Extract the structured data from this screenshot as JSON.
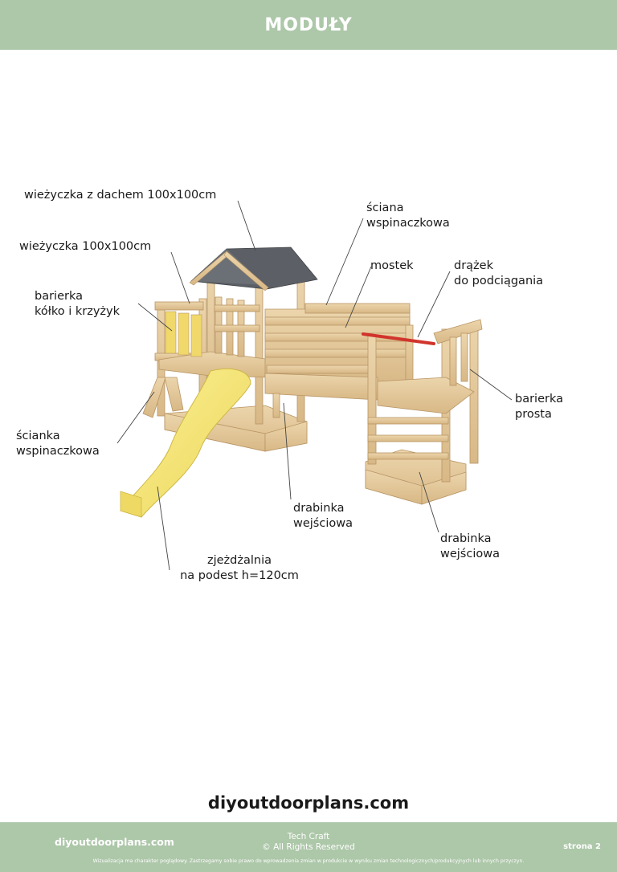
{
  "header": {
    "title": "MODUŁY"
  },
  "labels": {
    "tower_with_roof": "wieżyczka z dachem 100x100cm",
    "tower": "wieżyczka 100x100cm",
    "tictactoe_line1": "barierka",
    "tictactoe_line2": "kółko i krzyżyk",
    "climbing_wall_line1": "ściana",
    "climbing_wall_line2": "wspinaczkowa",
    "bridge": "mostek",
    "pullup_line1": "drążek",
    "pullup_line2": "do podciągania",
    "straight_barrier_line1": "barierka",
    "straight_barrier_line2": "prosta",
    "small_wall_line1": "ścianka",
    "small_wall_line2": "wspinaczkowa",
    "ladder1_line1": "drabinka",
    "ladder1_line2": "wejściowa",
    "ladder2_line1": "drabinka",
    "ladder2_line2": "wejściowa",
    "slide_line1": "zjeżdżalnia",
    "slide_line2": "na podest h=120cm"
  },
  "site_url": "diyoutdoorplans.com",
  "footer": {
    "site": "diyoutdoorplans.com",
    "brand": "Tech Craft",
    "copyright": "© All Rights Reserved",
    "page": "strona 2",
    "disclaimer": "Wizualizacja ma charakter poglądowy. Zastrzegamy sobie prawo do wprowadzenia zmian w produkcie w wyniku zmian technologicznych/produkcyjnych lub innych przyczyn."
  },
  "colors": {
    "band": "#adc7a9",
    "wood": "#e3c79b",
    "wood_dark": "#c9a878",
    "roof": "#5c6066",
    "slide": "#f4e57a",
    "bar": "#d1342c"
  }
}
